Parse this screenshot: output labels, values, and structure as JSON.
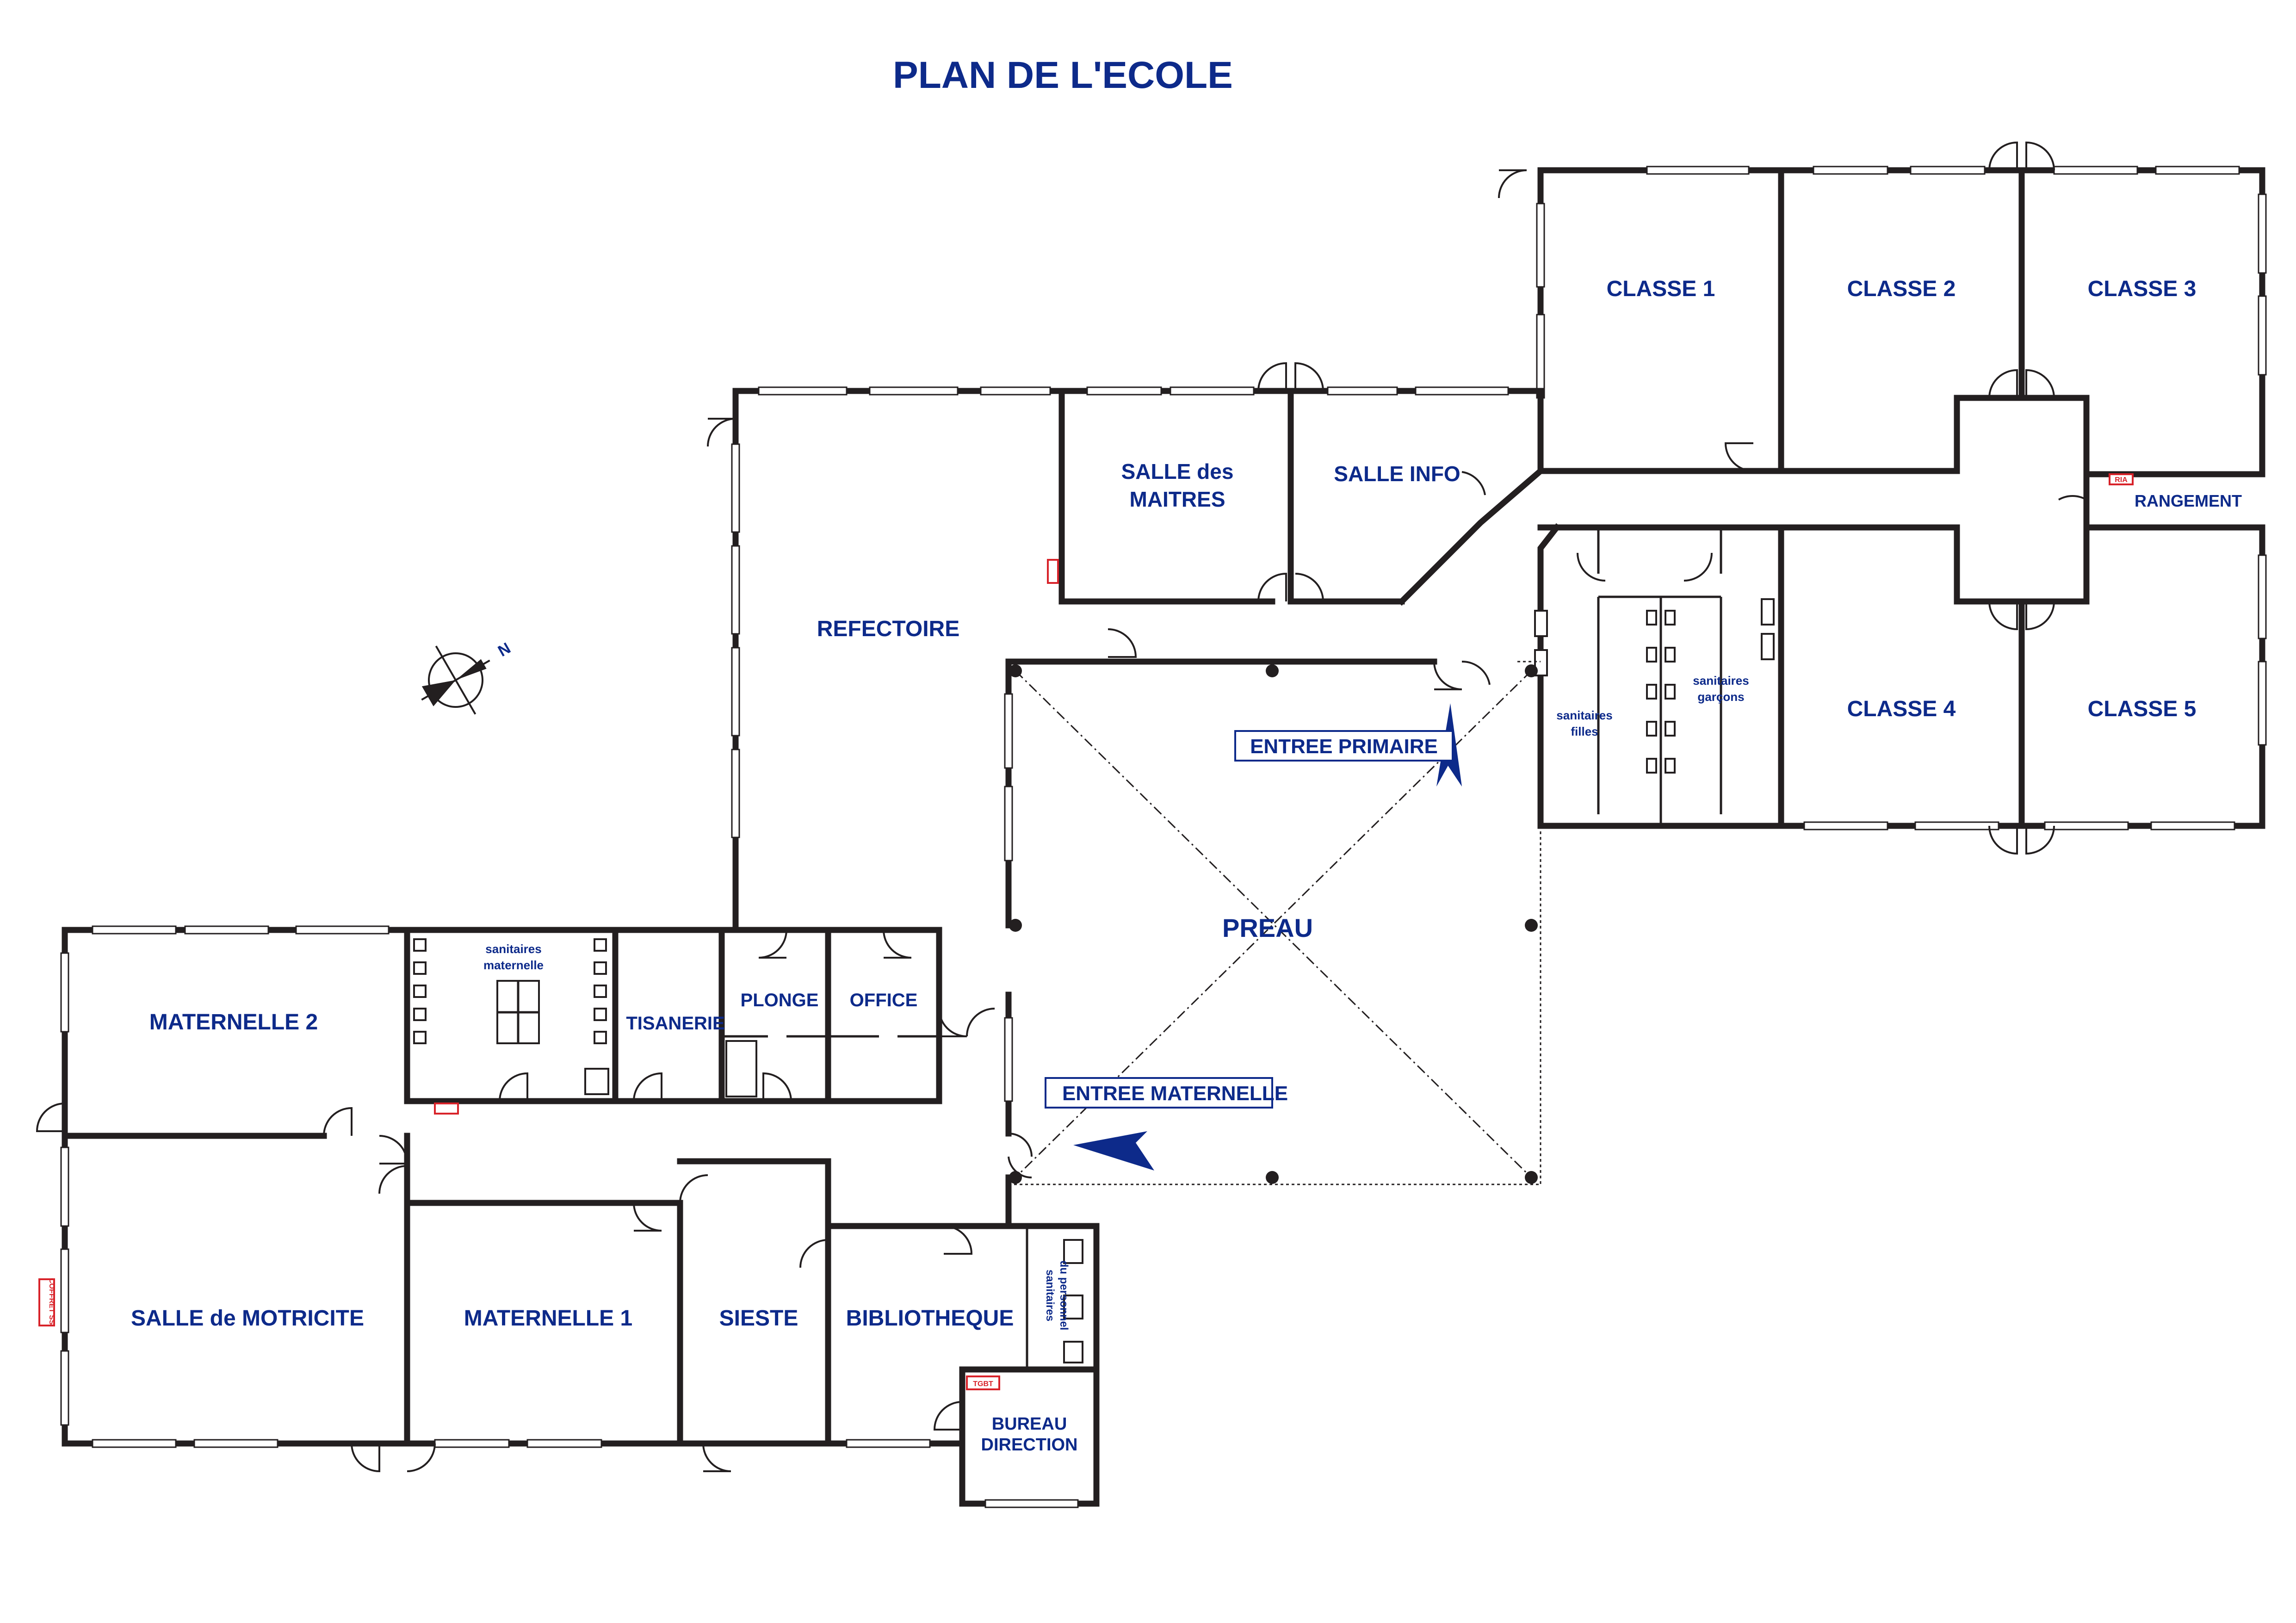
{
  "title": "PLAN DE L'ECOLE",
  "colors": {
    "label": "#0d2a8a",
    "wall": "#231f20",
    "safety": "#d8232a"
  },
  "compass": {
    "label": "N",
    "icon": "north-arrow-icon"
  },
  "rooms": {
    "classe1": "CLASSE 1",
    "classe2": "CLASSE 2",
    "classe3": "CLASSE 3",
    "classe4": "CLASSE 4",
    "classe5": "CLASSE 5",
    "rangement": "RANGEMENT",
    "salle_maitres_1": "SALLE des",
    "salle_maitres_2": "MAITRES",
    "salle_info": "SALLE INFO",
    "refectoire": "REFECTOIRE",
    "preau": "PREAU",
    "entree_primaire": "ENTREE PRIMAIRE",
    "entree_maternelle": "ENTREE MATERNELLE",
    "san_filles_1": "sanitaires",
    "san_filles_2": "filles",
    "san_garcons_1": "sanitaires",
    "san_garcons_2": "garçons",
    "maternelle2": "MATERNELLE 2",
    "san_mat_1": "sanitaires",
    "san_mat_2": "maternelle",
    "tisanerie": "TISANERIE",
    "plonge": "PLONGE",
    "office": "OFFICE",
    "motricite": "SALLE de MOTRICITE",
    "maternelle1": "MATERNELLE 1",
    "sieste": "SIESTE",
    "bibliotheque": "BIBLIOTHEQUE",
    "san_perso_1": "sanitaires",
    "san_perso_2": "du personnel",
    "bureau_1": "BUREAU",
    "bureau_2": "DIRECTION"
  },
  "tags": {
    "tgbt": "TGBT",
    "ria": "RIA",
    "coffret": "COFFRET SSI"
  }
}
